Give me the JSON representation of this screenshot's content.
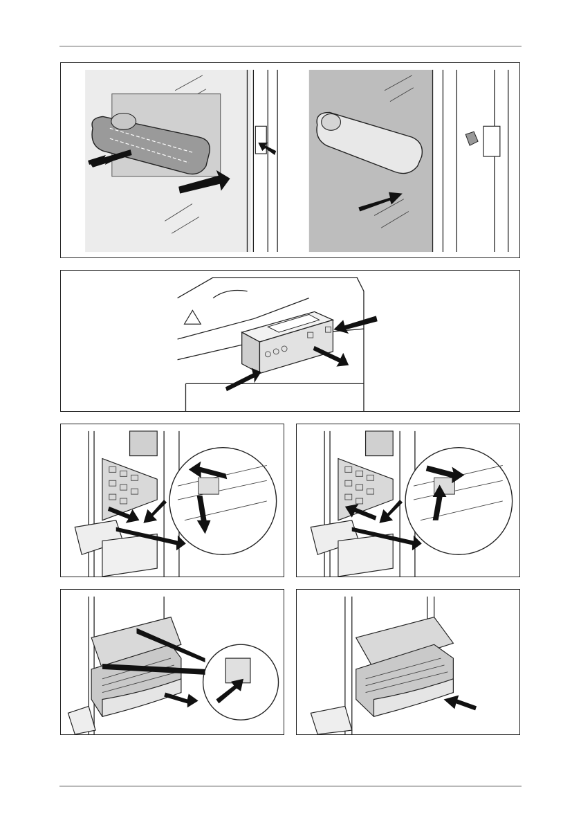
{
  "page": {
    "header_rule": "",
    "footer_rule": ""
  },
  "figures": [
    {
      "id": "handle-remove",
      "icons": [
        "door-handle-icon",
        "pull-arrow-icon",
        "push-arrow-icon"
      ]
    },
    {
      "id": "control-panel",
      "icons": [
        "warning-triangle-icon",
        "control-box-icon",
        "push-arrow-icon"
      ]
    },
    {
      "id": "shelf-unlock",
      "icons": [
        "shelf-icon",
        "magnifier-circle-icon",
        "arrow-icon"
      ]
    },
    {
      "id": "shelf-lock",
      "icons": [
        "shelf-icon",
        "magnifier-circle-icon",
        "arrow-icon"
      ]
    },
    {
      "id": "drawer-remove",
      "icons": [
        "drawer-icon",
        "magnifier-circle-icon",
        "pull-arrow-icon"
      ]
    },
    {
      "id": "drawer-insert",
      "icons": [
        "drawer-icon",
        "push-arrow-icon"
      ]
    }
  ],
  "colors": {
    "frame": "#222222",
    "glass_light": "#ececec",
    "glass_dark": "#bdbdbd",
    "handle": "#9a9a9a",
    "rule": "#b9b9b9"
  }
}
